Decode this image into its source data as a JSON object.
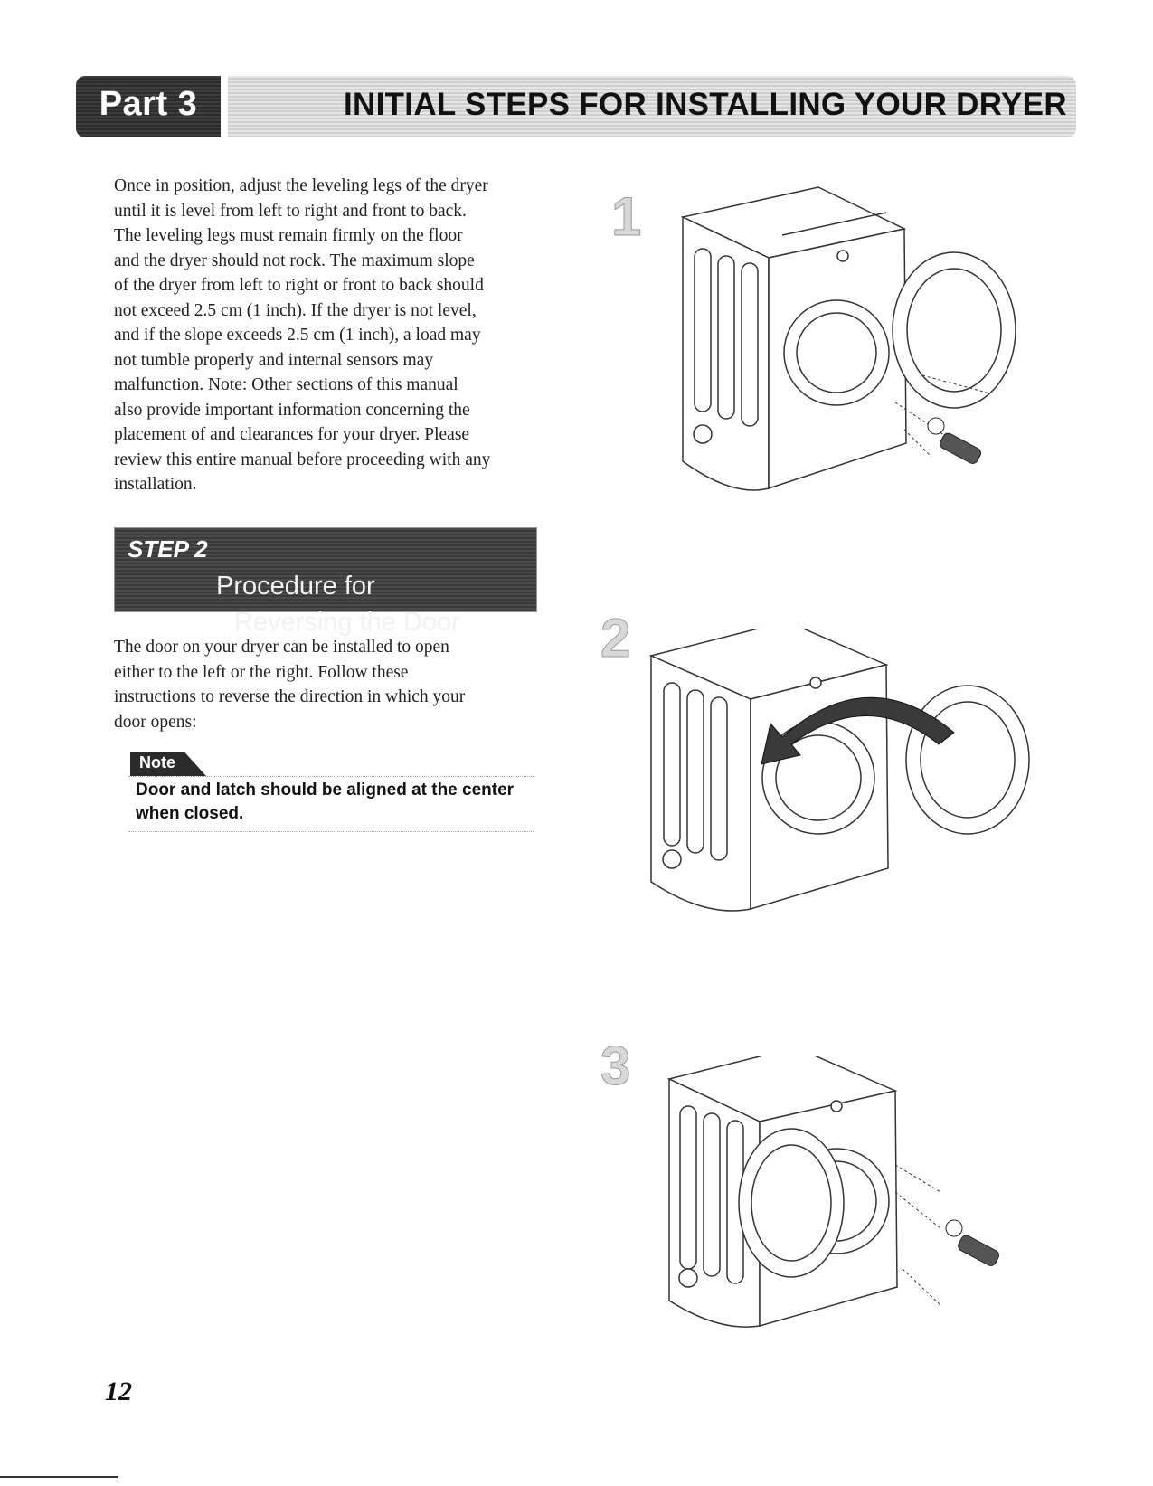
{
  "header": {
    "part_label": "Part 3",
    "title": "INITIAL STEPS FOR INSTALLING YOUR DRYER"
  },
  "intro_paragraph": "Once in position, adjust the leveling legs of the dryer\nuntil it is level from left to right and front to back.\nThe leveling legs must remain firmly on the floor\nand the dryer should not rock.  The maximum slope\nof the dryer from left to right or front to back should\nnot exceed 2.5 cm (1 inch).  If the dryer is not level,\nand if the slope exceeds 2.5 cm (1 inch), a load may\nnot tumble properly and internal sensors may\nmalfunction.  Note:  Other sections of this manual\nalso provide important information concerning the\nplacement of and clearances for your dryer.  Please\nreview this entire manual before proceeding with any\ninstallation.",
  "step": {
    "label": "STEP 2",
    "title_line1": "Procedure for",
    "title_line2": "Reversing the Door"
  },
  "door_paragraph": "The door on your dryer can be installed to open\neither to the left or the right.  Follow these\ninstructions to reverse the direction in which your\ndoor opens:",
  "note": {
    "tag": "Note",
    "text": "Door and latch should be aligned at the center when closed."
  },
  "figures": [
    {
      "number": "1"
    },
    {
      "number": "2"
    },
    {
      "number": "3"
    }
  ],
  "page_number": "12"
}
